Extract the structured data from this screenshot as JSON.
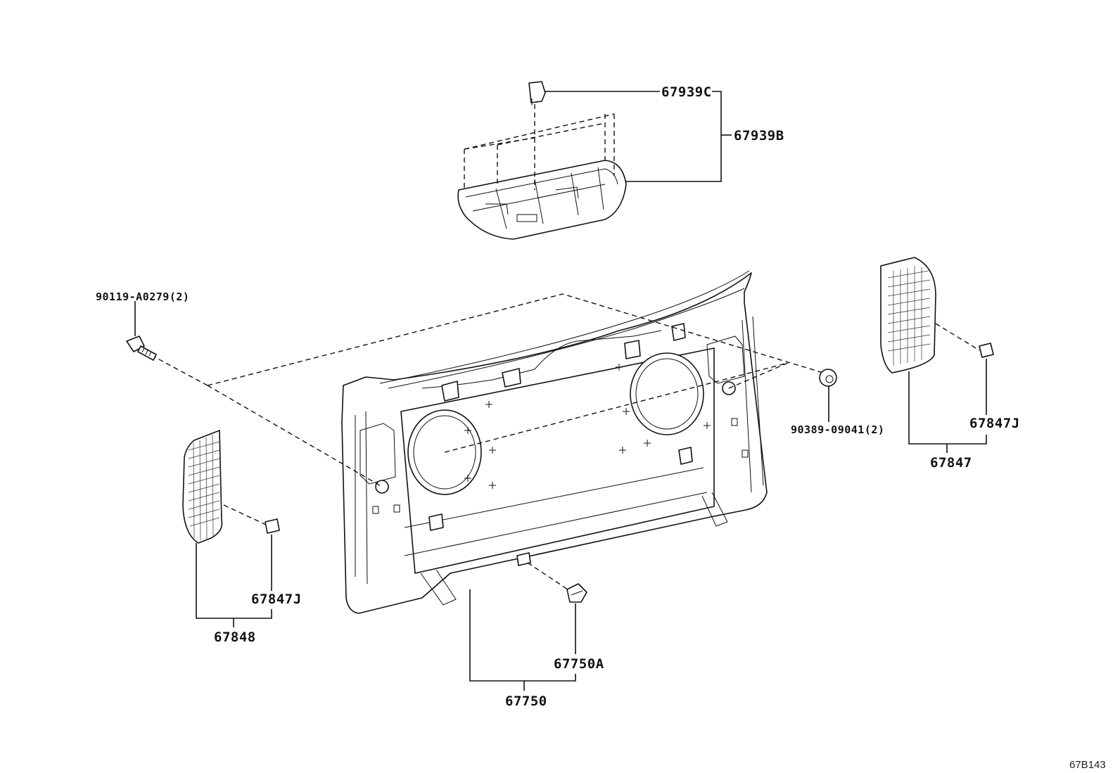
{
  "diagram": {
    "ref_code": "67B143",
    "labels": {
      "p67939C": "67939C",
      "p67939B": "67939B",
      "p90119": "90119-A0279(2)",
      "p90389": "90389-09041(2)",
      "p67847J_right": "67847J",
      "p67847": "67847",
      "p67847J_left": "67847J",
      "p67848": "67848",
      "p67750A": "67750A",
      "p67750": "67750"
    }
  }
}
